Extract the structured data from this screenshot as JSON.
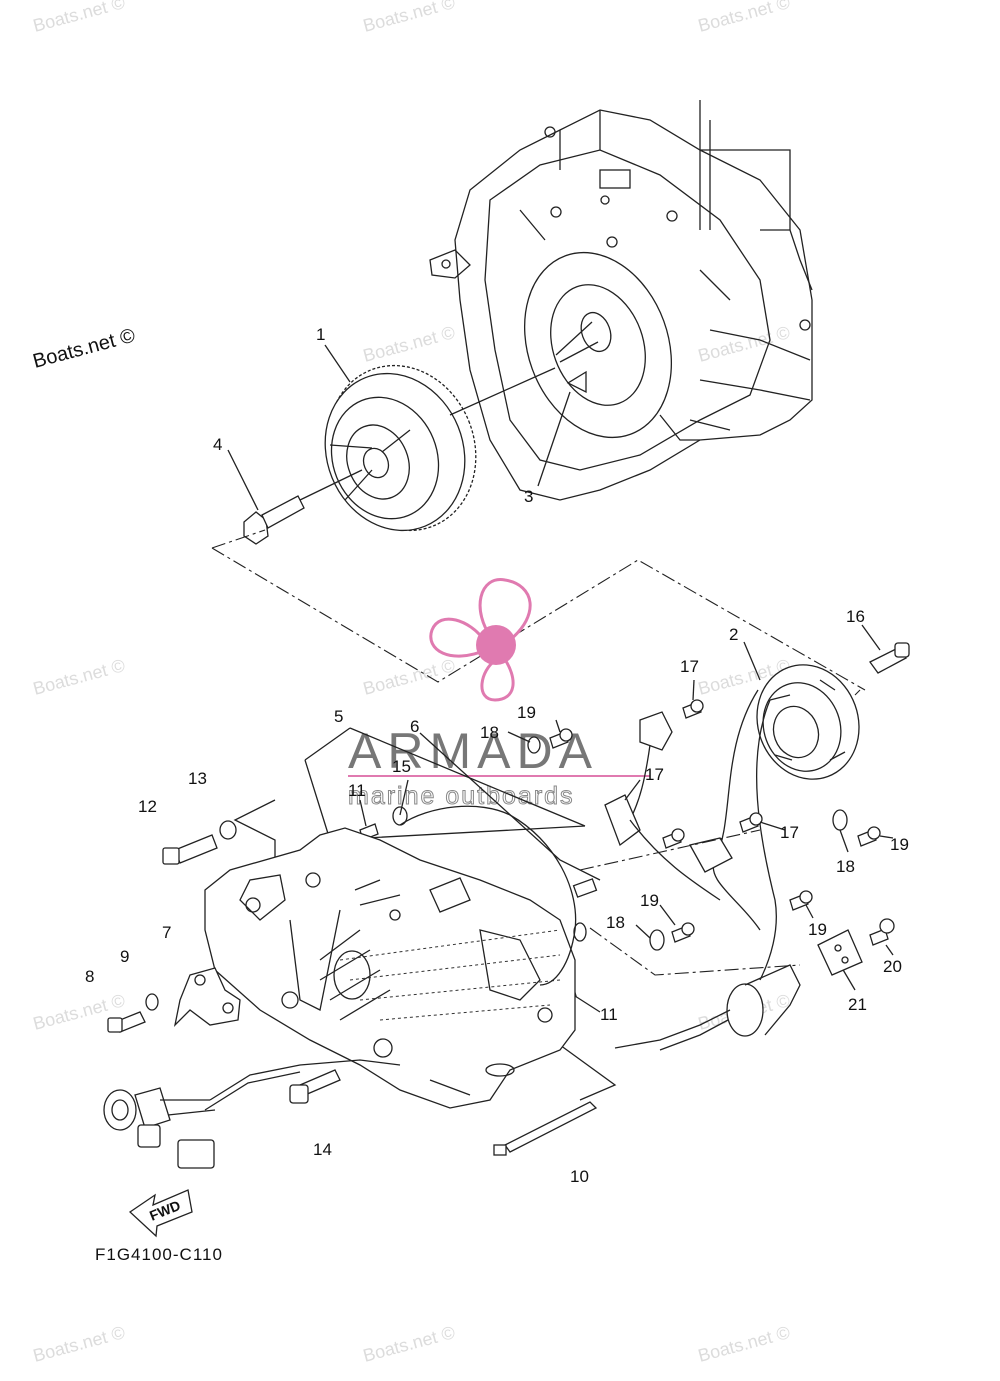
{
  "watermarks": {
    "main": "Boats.net ©",
    "faint": "Boats.net ©"
  },
  "brand": {
    "name": "ARMADA",
    "tagline": "marine outboards",
    "accent_color": "#e07ab0",
    "logo_icon": "propeller-icon"
  },
  "diagram": {
    "code": "F1G4100-C110",
    "fwd_label": "FWD",
    "callouts": {
      "c1": "1",
      "c2": "2",
      "c3": "3",
      "c4": "4",
      "c5": "5",
      "c6": "6",
      "c7": "7",
      "c8": "8",
      "c9": "9",
      "c10": "10",
      "c11a": "11",
      "c11b": "11",
      "c12": "12",
      "c13": "13",
      "c14": "14",
      "c15": "15",
      "c16": "16",
      "c17a": "17",
      "c17b": "17",
      "c17c": "17",
      "c18a": "18",
      "c18b": "18",
      "c18c": "18",
      "c19a": "19",
      "c19b": "19",
      "c19c": "19",
      "c19d": "19",
      "c20": "20",
      "c21": "21"
    }
  }
}
